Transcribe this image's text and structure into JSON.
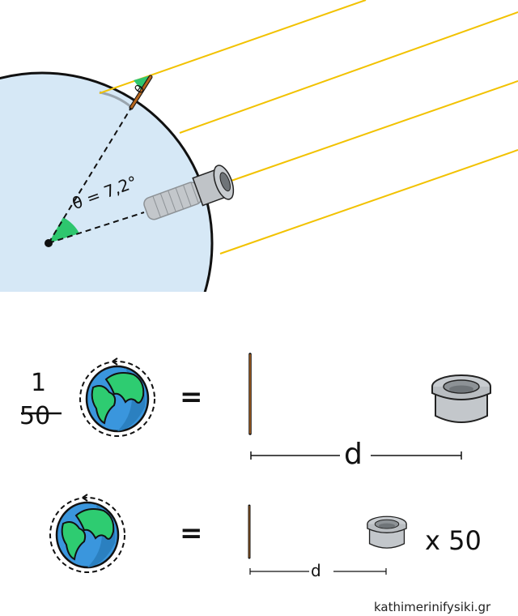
{
  "top_diagram": {
    "angle_label_small": "θ",
    "angle_label": "θ = 7,2°"
  },
  "row1": {
    "fraction_numerator": "1",
    "fraction_denominator": "50",
    "equals": "=",
    "distance_label": "d"
  },
  "row2": {
    "equals": "=",
    "distance_label": "d",
    "multiplier": "x 50"
  },
  "footer": {
    "site": "kathimerinifysiki.gr"
  },
  "colors": {
    "earth_fill": "#d6e8f6",
    "sun_ray": "#f2c200",
    "angle": "#2ec66e",
    "stick": "#b5651d",
    "well": "#c3c7cb"
  }
}
